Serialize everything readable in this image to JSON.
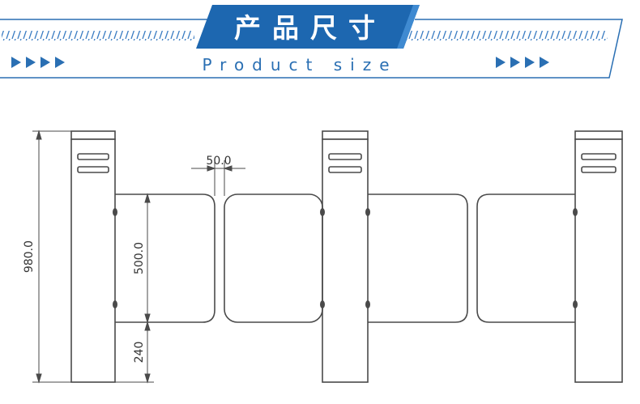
{
  "header": {
    "title_cn": "产品尺寸",
    "title_en": "Product size",
    "arrow_glyphs": "▶▶▶▶",
    "accent_color": "#2a6fb3"
  },
  "dimensions": {
    "total_height": "980.0",
    "gate_height": "500.0",
    "gap_width": "50.0",
    "bottom_clearance": "240"
  }
}
